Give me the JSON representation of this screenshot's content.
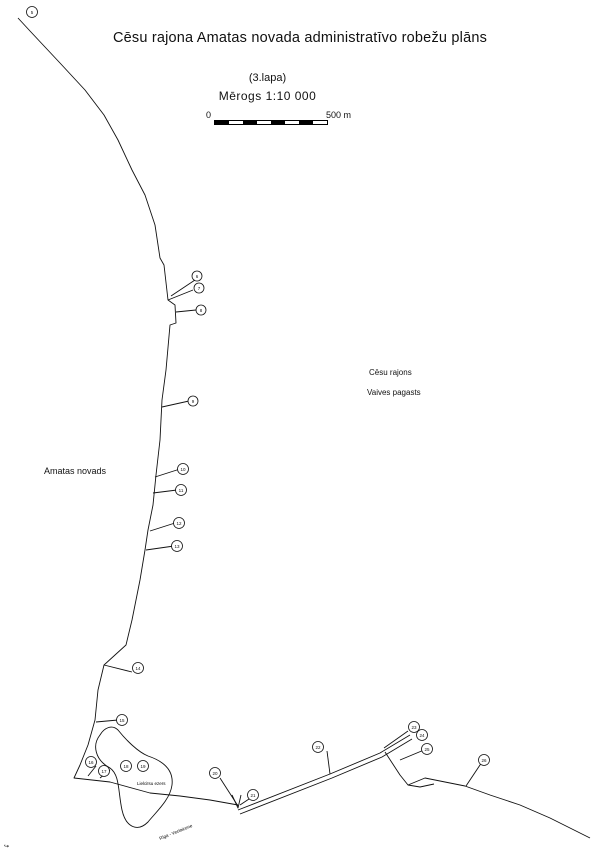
{
  "title": "Cēsu rajona   Amatas  novada administratīvo robežu plāns",
  "sheet": "(3.lapa)",
  "scale": {
    "text": "Mērogs  1:10  000",
    "zero": "0",
    "end": "500  m"
  },
  "regions": {
    "district": "Cēsu rajons",
    "parish": "Vaives pagasts",
    "county": "Amatas novads",
    "lake": "Lielciīsu ezers",
    "road": "Rīga - Veclaicene"
  },
  "points": [
    "5",
    "6",
    "7",
    "8",
    "9",
    "10",
    "11",
    "12",
    "13",
    "14",
    "15",
    "16",
    "17",
    "18",
    "19",
    "20",
    "21",
    "22",
    "23",
    "24",
    "25",
    "26"
  ]
}
